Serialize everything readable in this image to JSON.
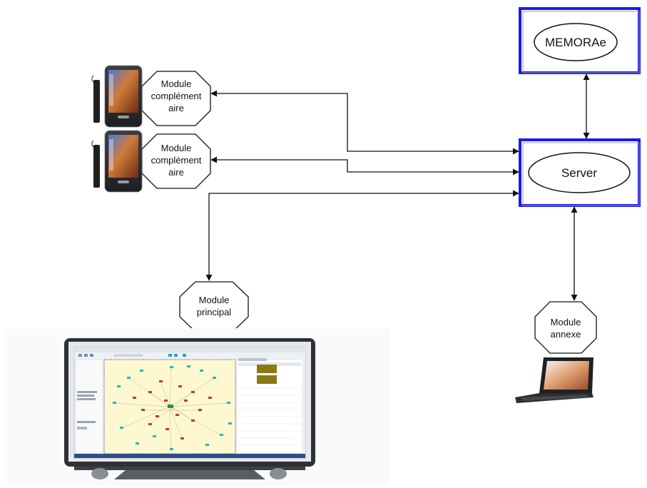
{
  "nodes": {
    "memorae": "MEMORAe",
    "server": "Server",
    "complement_1": [
      "Module",
      "complément",
      "aire"
    ],
    "complement_2": [
      "Module",
      "complément",
      "aire"
    ],
    "principal": [
      "Module",
      "principal"
    ],
    "annexe": [
      "Module",
      "annexe"
    ]
  },
  "colors": {
    "server_border": "#1a1aee",
    "line": "#111111",
    "screen_bg": "#fdf8d0",
    "graph_red": "#c0392b",
    "graph_cyan": "#2bb3c0"
  },
  "icons": [
    "smartphone-icon",
    "smartphone-icon",
    "interactive-tabletop-screen-icon",
    "laptop-icon"
  ]
}
